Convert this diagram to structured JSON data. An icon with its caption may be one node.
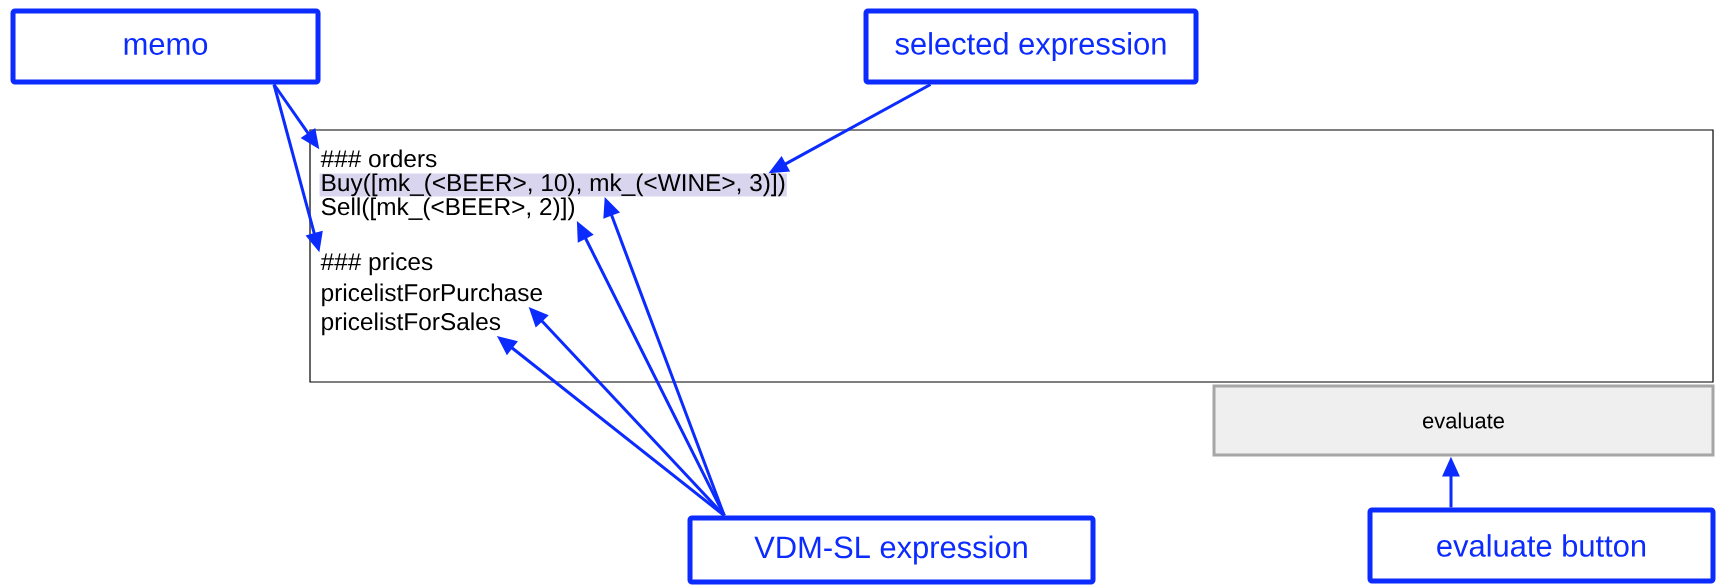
{
  "diagram": {
    "nodes": [
      {
        "text": [
          "memo"
        ]
      },
      {
        "text": [
          "selected expression"
        ]
      },
      {
        "text": [],
        "shape": "box"
      },
      {
        "text": [
          "### orders"
        ],
        "in": 2
      },
      {
        "text": [
          "Buy([mk_(<BEER>, 10), mk_(<WINE>, 3)])"
        ],
        "in": 2
      },
      {
        "text": [
          "Sell([mk_(<BEER>, 2)])"
        ],
        "in": 2
      },
      {
        "text": [
          "### prices"
        ],
        "in": 2
      },
      {
        "text": [
          "pricelistForPurchase"
        ],
        "in": 2
      },
      {
        "text": [
          "pricelistForSales"
        ],
        "in": 2
      },
      {
        "text": [
          "evaluate"
        ]
      },
      {
        "text": [
          "VDM-SL expression"
        ]
      },
      {
        "text": [
          "evaluate button"
        ]
      }
    ],
    "edges": [
      {
        "from": 0,
        "to": 3,
        "arrow": "to"
      },
      {
        "from": 0,
        "to": 6,
        "arrow": "to"
      },
      {
        "from": 1,
        "to": 4,
        "arrow": "to"
      },
      {
        "from": 10,
        "to": 8,
        "arrow": "to"
      },
      {
        "from": 10,
        "to": 7,
        "arrow": "to"
      },
      {
        "from": 10,
        "to": 5,
        "arrow": "to"
      },
      {
        "from": 10,
        "to": 4,
        "arrow": "to"
      },
      {
        "from": 11,
        "to": 9,
        "arrow": "to"
      }
    ]
  }
}
